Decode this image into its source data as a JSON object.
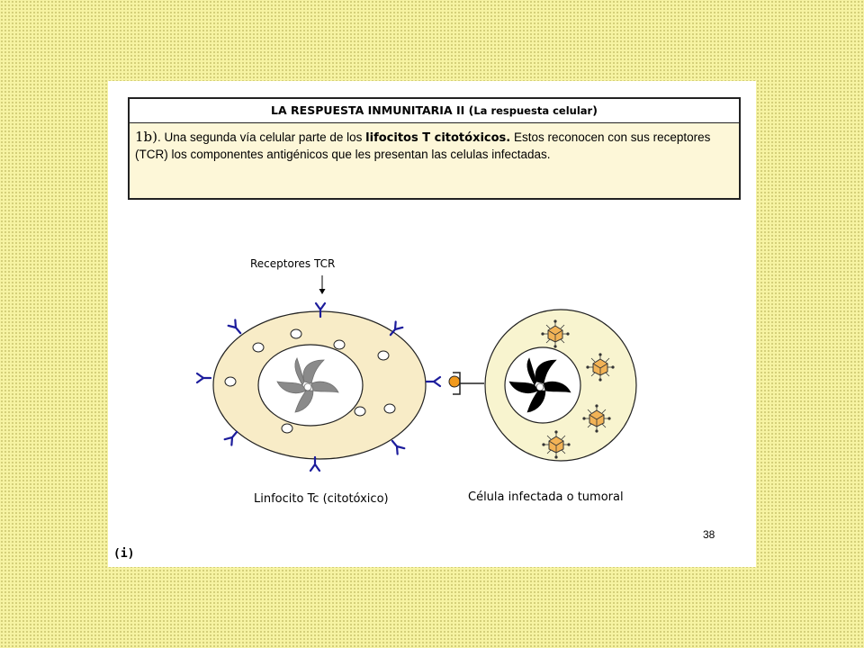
{
  "header": {
    "title_main": "LA RESPUESTA INMUNITARIA II (",
    "title_sub": "La respuesta celular",
    "title_end": ")",
    "tag": "1b)",
    "text_before": ". Una segunda vía celular parte de los ",
    "text_strong": "lifocitos T citotóxicos.",
    "text_after": " Estos reconocen con sus receptores (TCR) los componentes antigénicos que les presentan las celulas infectadas."
  },
  "labels": {
    "receptors": "Receptores TCR",
    "lymphocyte": "Linfocito Tc (citotóxico)",
    "infected_cell": "Célula infectada o tumoral"
  },
  "page_number": "38",
  "info_mark": "(i)",
  "colors": {
    "lymphocyte_fill": "#f8ecc7",
    "nucleus_fill": "#ffffff",
    "chromatin_lymphocyte": "#8a8a8a",
    "chromatin_infected": "#000000",
    "receptor": "#1c1c9c",
    "antigen": "#f29a1d",
    "virus": "#f2b356",
    "infected_fill": "#f8f4cf"
  }
}
